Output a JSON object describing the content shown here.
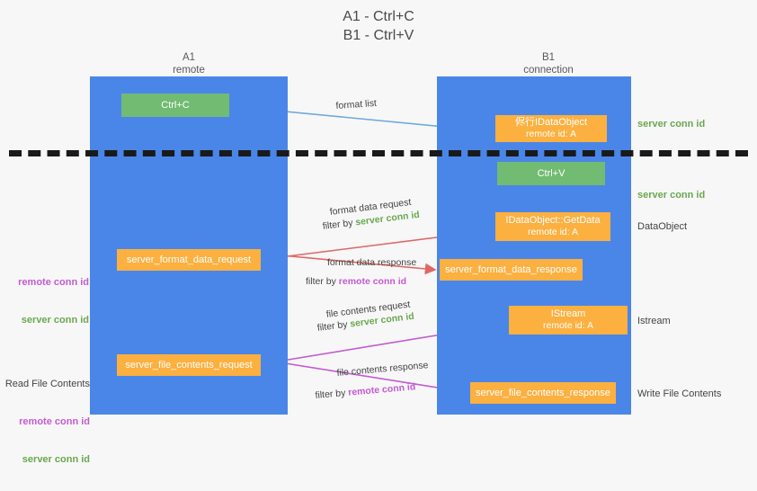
{
  "title": "A1 - Ctrl+C\nB1 - Ctrl+V",
  "columns": {
    "left": {
      "name": "A1",
      "role": "remote",
      "header": "A1\nremote"
    },
    "right": {
      "name": "B1",
      "role": "connection",
      "header": "B1\nconnection"
    }
  },
  "colors": {
    "lane": "#4a86e8",
    "box_orange": "#fbb040",
    "box_green": "#72bb72",
    "server_conn_id": "#6aa84f",
    "remote_conn_id": "#c35bd1",
    "separator": "#1a1a1a",
    "arrow_blue": "#6fa8dc",
    "arrow_red": "#e06666",
    "arrow_magenta": "#c35bd1",
    "arrow_black": "#000000",
    "background": "#f7f7f7"
  },
  "boxes": {
    "ctrl_c": "Ctrl+C",
    "ctrl_v": "Ctrl+V",
    "idataobject_title": "侭行IDataObject",
    "idataobject_sub": "remote id: A",
    "getdata_title": "IDataObject::GetData",
    "getdata_sub": "remote id: A",
    "istream_title": "IStream",
    "istream_sub": "remote id: A",
    "server_format_data_request": "server_format_data_request",
    "server_format_data_response": "server_format_data_response",
    "server_file_contents_request": "server_file_contents_request",
    "server_file_contents_response": "server_file_contents_response"
  },
  "edge_labels": {
    "format_list": "format list",
    "format_data_request": "format data request",
    "format_data_response": "format data response",
    "file_contents_request": "file contents request",
    "file_contents_response": "file contents response",
    "filter_by": "filter by ",
    "server_conn_id": "server conn id",
    "remote_conn_id": "remote conn id"
  },
  "annotations": {
    "server_conn_id_top": "server conn id",
    "server_conn_id_mid": "server conn id",
    "dataobject": "DataObject",
    "istream": "Istream",
    "write_file_contents": "Write File Contents",
    "read_file_contents": "Read File Contents",
    "remote_conn_id": "remote conn id",
    "server_conn_id": "server conn id"
  }
}
